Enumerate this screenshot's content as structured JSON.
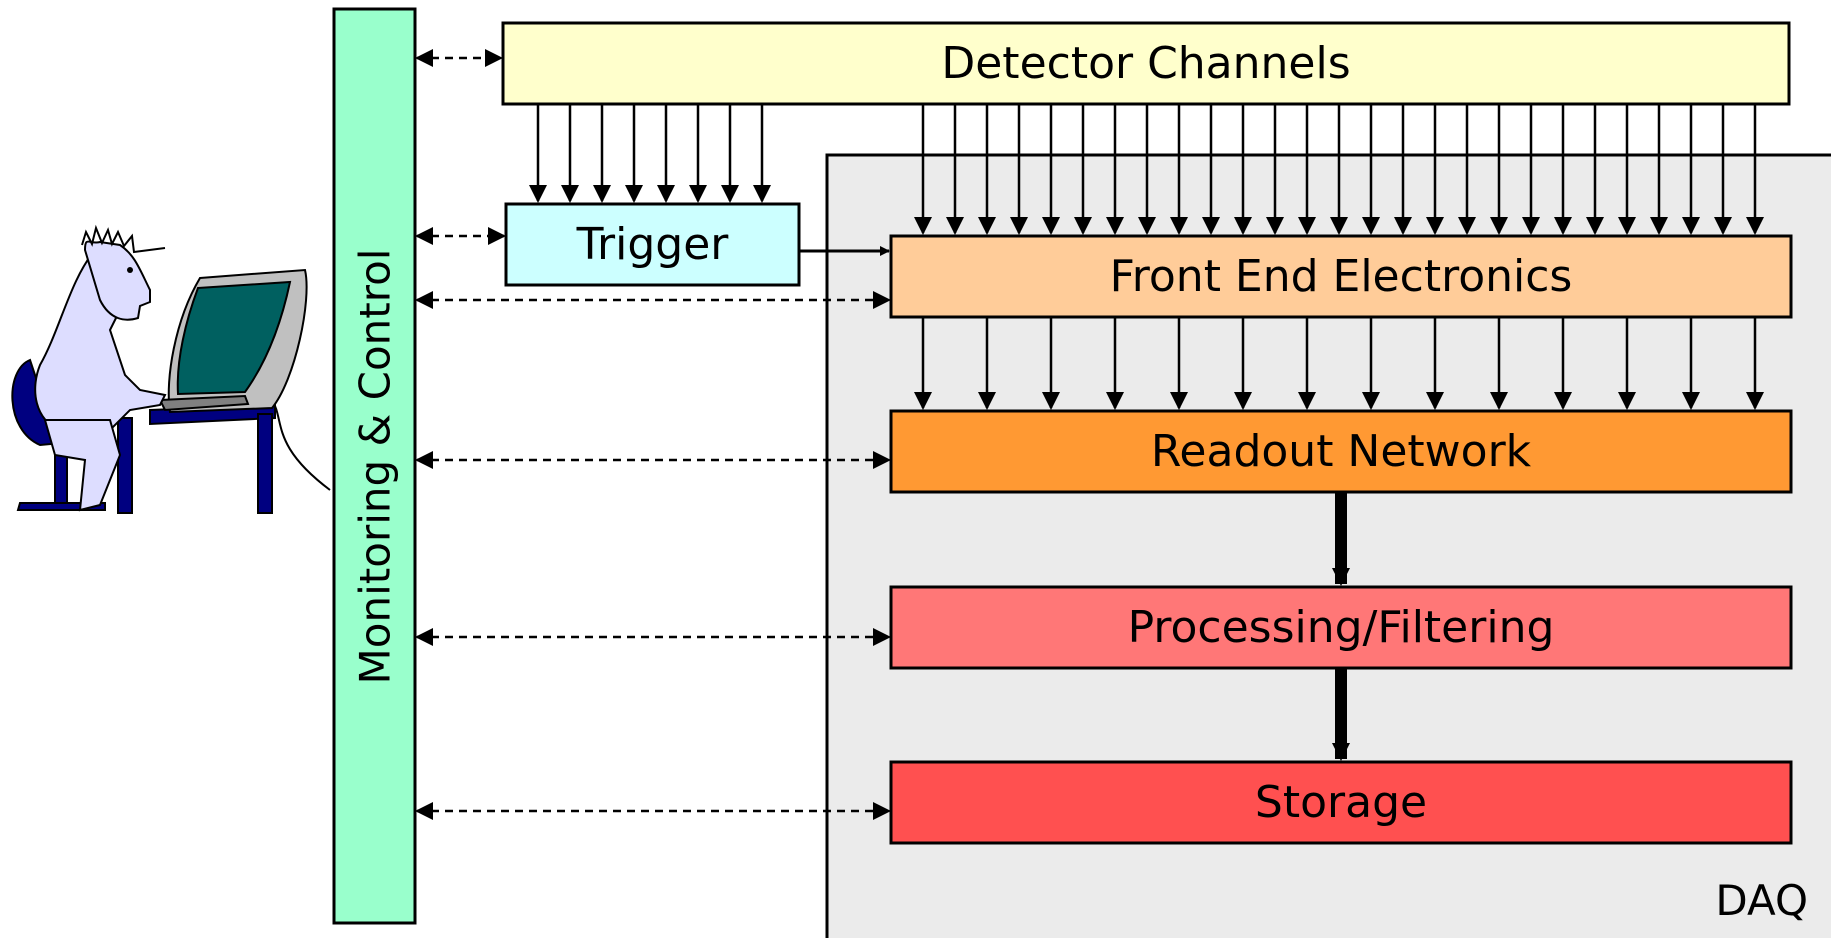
{
  "blocks": {
    "detector": {
      "label": "Detector Channels",
      "color": "#FFFFCC"
    },
    "trigger": {
      "label": "Trigger",
      "color": "#CCFFFF"
    },
    "frontend": {
      "label": "Front End Electronics",
      "color": "#FFCC99"
    },
    "readout": {
      "label": "Readout Network",
      "color": "#FF9933"
    },
    "processing": {
      "label": "Processing/Filtering",
      "color": "#FF7777"
    },
    "storage": {
      "label": "Storage",
      "color": "#FF5050"
    },
    "monitor": {
      "label": "Monitoring & Control",
      "color": "#99FFCC"
    },
    "daq": {
      "label": "DAQ",
      "color": "#EBEBEB"
    }
  },
  "figure": {
    "operator_clipart": "person-at-computer-icon"
  }
}
